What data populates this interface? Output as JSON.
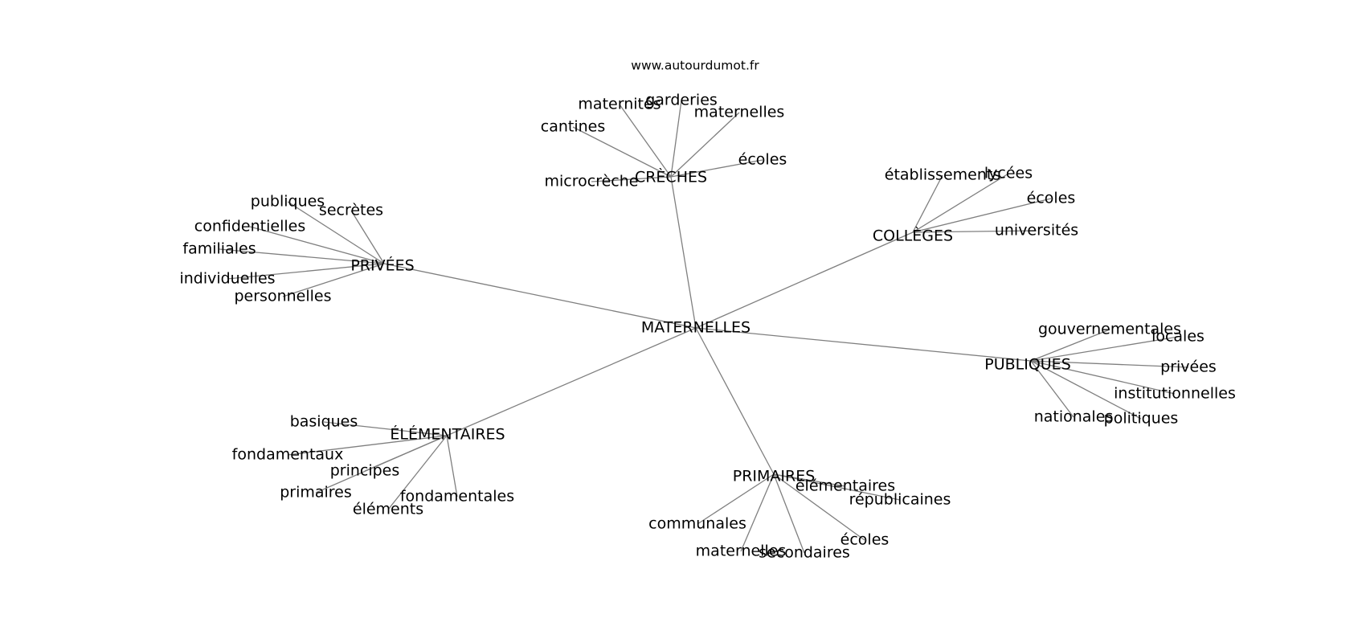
{
  "credit": "www.autourdumot.fr",
  "root": {
    "label": "MATERNELLES"
  },
  "groups": [
    {
      "id": "creches",
      "label": "CRÈCHES",
      "leaves": [
        "maternités",
        "garderies",
        "maternelles",
        "cantines",
        "écoles",
        "microcrèche"
      ]
    },
    {
      "id": "colleges",
      "label": "COLLÈGES",
      "leaves": [
        "établissements",
        "lycées",
        "écoles",
        "universités"
      ]
    },
    {
      "id": "privees",
      "label": "PRIVÉES",
      "leaves": [
        "publiques",
        "secrètes",
        "confidentielles",
        "familiales",
        "individuelles",
        "personnelles"
      ]
    },
    {
      "id": "publiques",
      "label": "PUBLIQUES",
      "leaves": [
        "gouvernementales",
        "locales",
        "privées",
        "institutionnelles",
        "nationales",
        "politiques"
      ]
    },
    {
      "id": "elementaires",
      "label": "ÉLÉMENTAIRES",
      "leaves": [
        "basiques",
        "fondamentaux",
        "principes",
        "primaires",
        "éléments",
        "fondamentales"
      ]
    },
    {
      "id": "primaires",
      "label": "PRIMAIRES",
      "leaves": [
        "élémentaires",
        "républicaines",
        "communales",
        "écoles",
        "maternelles",
        "secondaires"
      ]
    }
  ]
}
